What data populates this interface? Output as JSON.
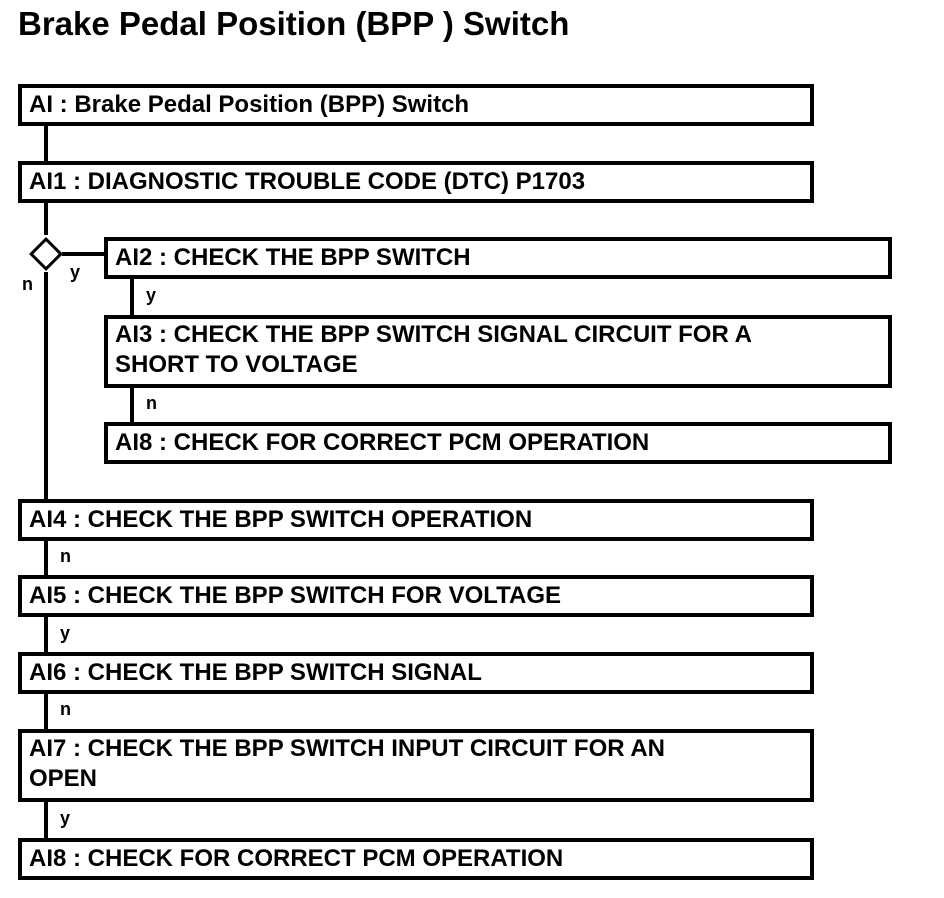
{
  "title": "Brake Pedal Position (BPP ) Switch",
  "steps": {
    "ai": "AI : Brake Pedal Position (BPP) Switch",
    "ai1": "AI1 : DIAGNOSTIC TROUBLE CODE (DTC) P1703",
    "ai2": "AI2 : CHECK THE BPP SWITCH",
    "ai3_line1": "AI3 : CHECK THE BPP SWITCH SIGNAL CIRCUIT FOR A",
    "ai3_line2": "SHORT TO VOLTAGE",
    "ai8_branch": "AI8 : CHECK FOR CORRECT PCM OPERATION",
    "ai4": "AI4 : CHECK THE BPP SWITCH OPERATION",
    "ai5": "AI5 : CHECK THE BPP SWITCH FOR VOLTAGE",
    "ai6": "AI6 : CHECK THE BPP SWITCH SIGNAL",
    "ai7_line1": "AI7 : CHECK THE BPP SWITCH INPUT CIRCUIT FOR AN",
    "ai7_line2": "OPEN",
    "ai8_final": "AI8 : CHECK FOR CORRECT PCM OPERATION"
  },
  "labels": {
    "decision_no": "n",
    "decision_yes": "y",
    "ai2_to_ai3": "y",
    "ai3_to_ai8": "n",
    "ai4_to_ai5": "n",
    "ai5_to_ai6": "y",
    "ai6_to_ai7": "n",
    "ai7_to_ai8": "y"
  }
}
